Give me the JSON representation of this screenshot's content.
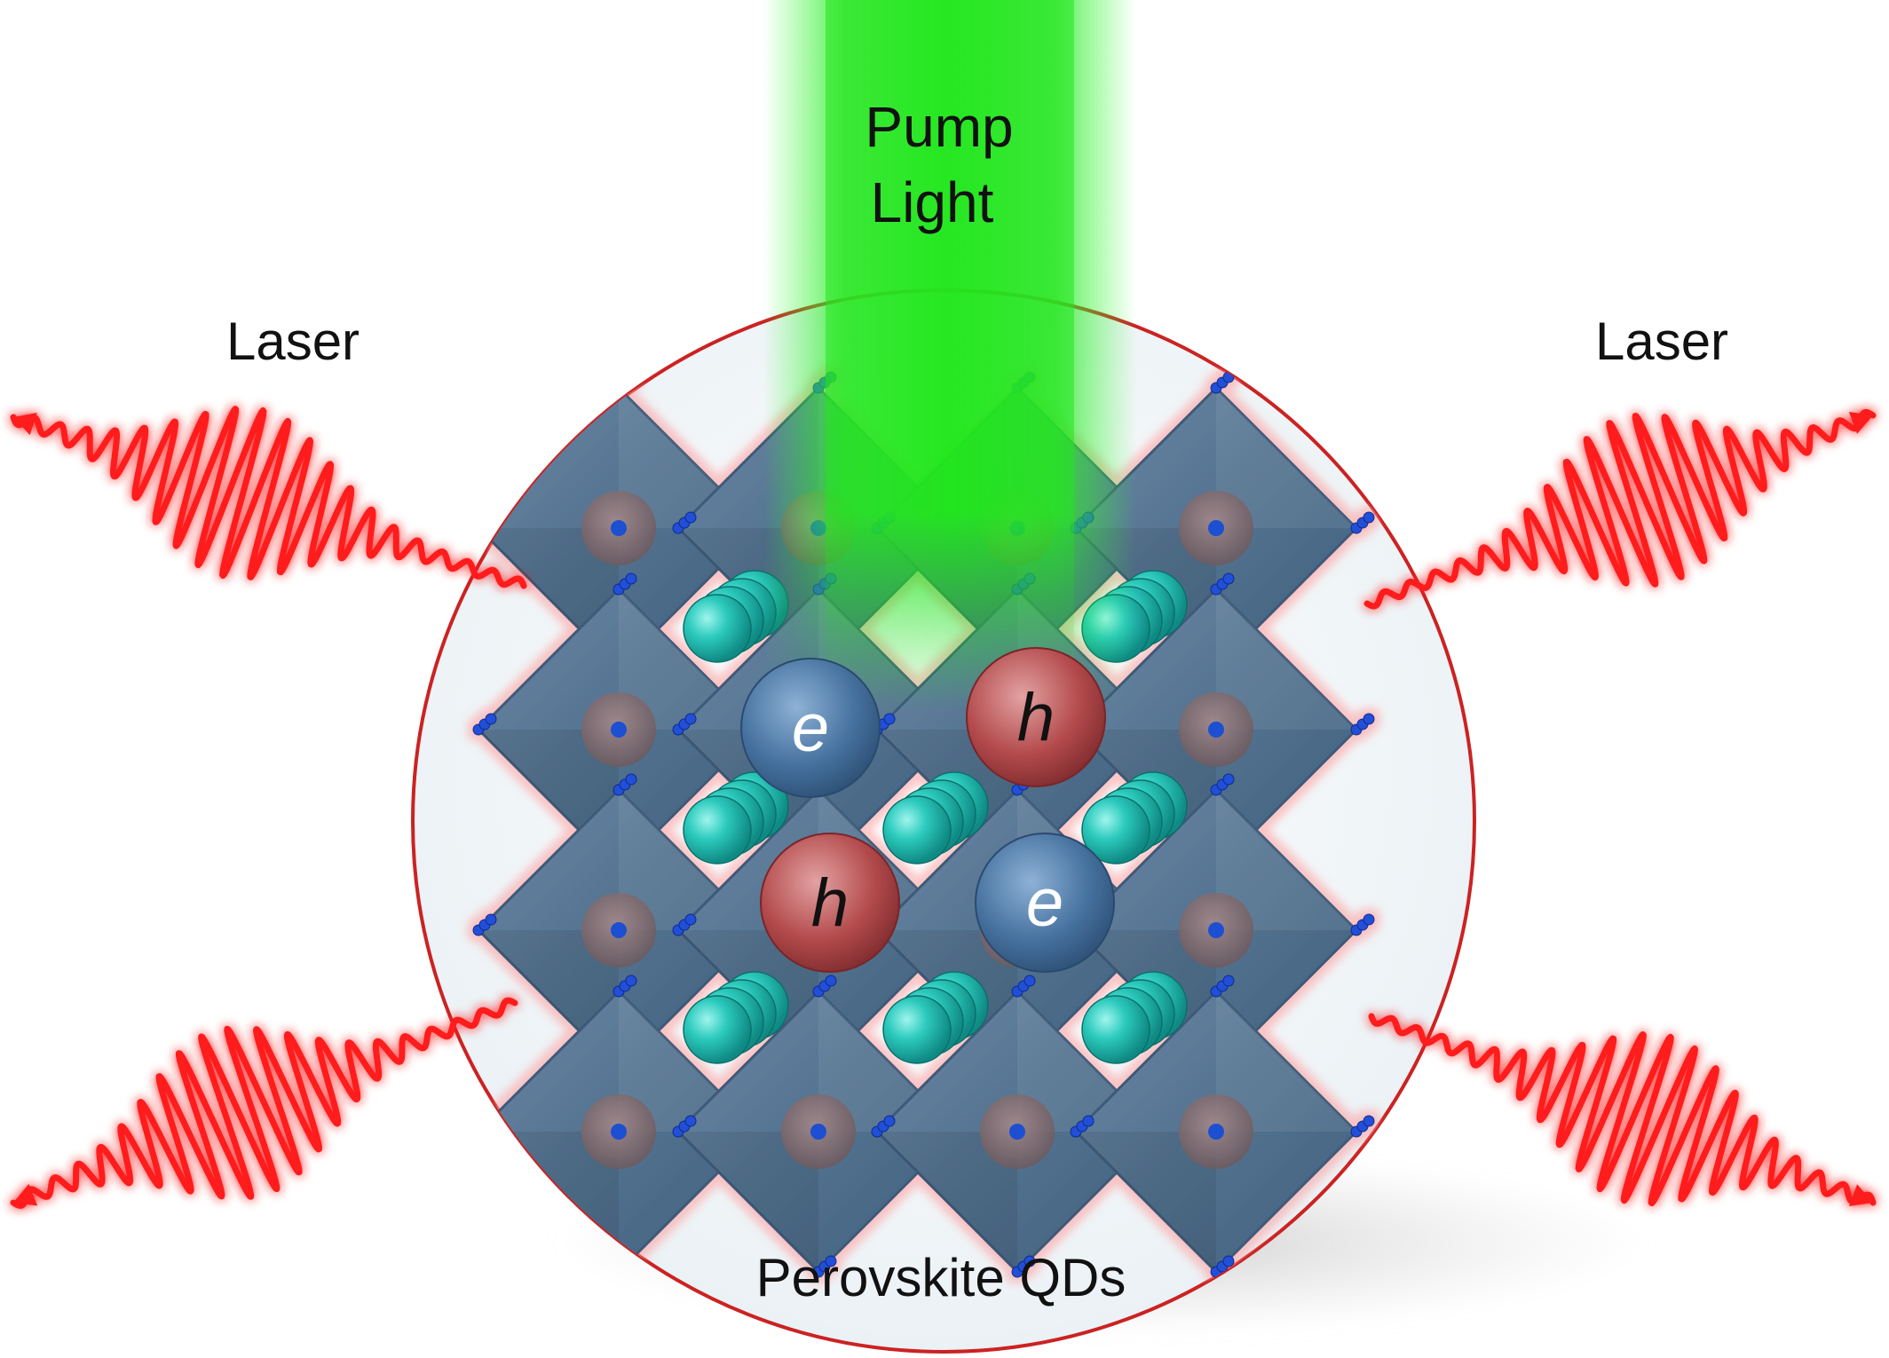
{
  "labels": {
    "pump_line1": "Pump",
    "pump_line2": "Light",
    "laser_left": "Laser",
    "laser_right": "Laser",
    "qd": "Perovskite QDs"
  },
  "carriers": {
    "electron": "e",
    "hole": "h"
  },
  "colors": {
    "pump_beam": "#22e61e",
    "laser_wave": "#ff1a1a",
    "octahedron": "#4f6f8f",
    "octahedron_edge": "#3d5a78",
    "cation": "#22c0b4",
    "electron": "#3f6fa0",
    "hole": "#b04446",
    "qd_outline": "#cc2222",
    "qd_fill": "#f4f8fa"
  },
  "icons": {
    "octahedra": "perovskite-octahedron",
    "cations": "cation-sphere",
    "beam": "pump-beam",
    "waves": "laser-wave-packet"
  }
}
